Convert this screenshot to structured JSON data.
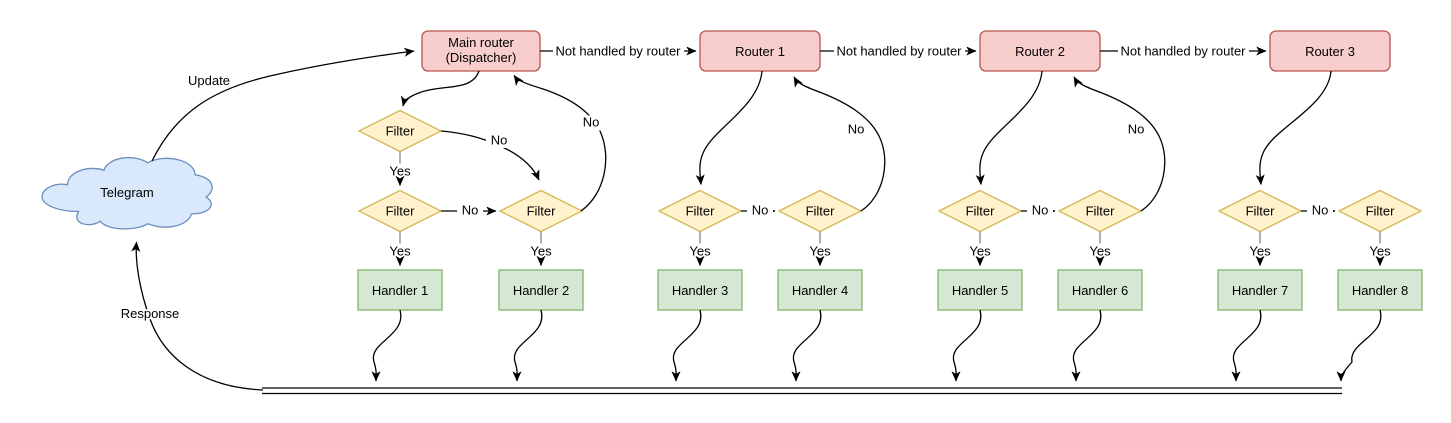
{
  "labels": {
    "telegram": "Telegram",
    "update": "Update",
    "response": "Response",
    "not_handled": "Not handled by router",
    "yes": "Yes",
    "no": "No",
    "filter": "Filter"
  },
  "nodes": {
    "main_router_line1": "Main router",
    "main_router_line2": "(Dispatcher)",
    "routers": [
      "Router 1",
      "Router 2",
      "Router 3"
    ],
    "handlers": [
      "Handler 1",
      "Handler 2",
      "Handler 3",
      "Handler 4",
      "Handler 5",
      "Handler 6",
      "Handler 7",
      "Handler 8"
    ]
  },
  "colors": {
    "background": "#ffffff",
    "router_fill": "#f8cecc",
    "router_stroke": "#b85450",
    "filter_fill": "#fff2cc",
    "filter_stroke": "#d6b656",
    "handler_fill": "#d5e8d4",
    "handler_stroke": "#82b366",
    "cloud_fill": "#dae8fc",
    "cloud_stroke": "#6c8ebf",
    "edge": "#000000",
    "muted_edge": "#888888",
    "label": "#000000"
  }
}
